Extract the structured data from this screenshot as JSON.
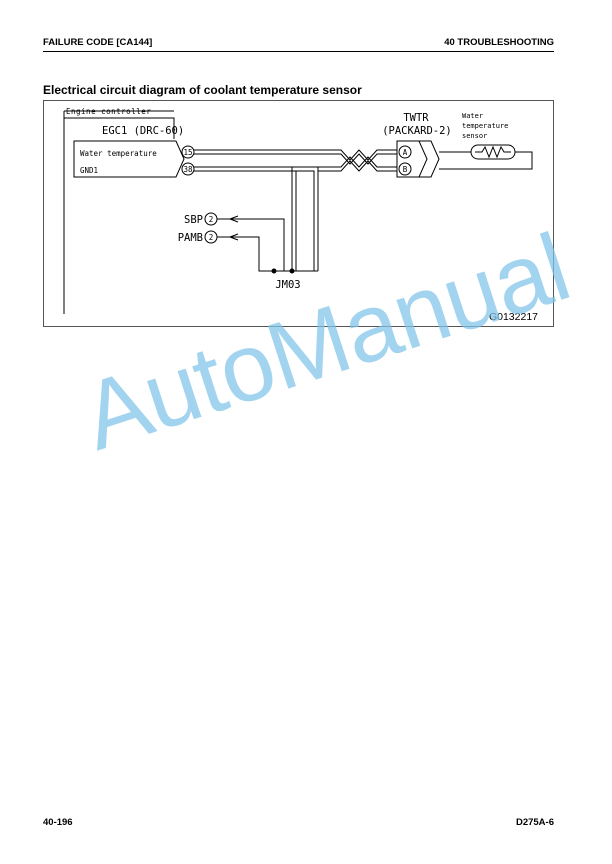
{
  "header": {
    "left": "FAILURE CODE [CA144]",
    "right": "40 TROUBLESHOOTING"
  },
  "section_title": "Electrical circuit diagram of coolant temperature sensor",
  "diagram": {
    "engine_controller_label": "Engine controller",
    "controller_connector": "EGC1 (DRC-60)",
    "controller_signals": [
      "Water temperature",
      "GND1"
    ],
    "controller_pins": [
      "15",
      "38"
    ],
    "sensor_connector_name": "TWTR",
    "sensor_connector_type": "(PACKARD-2)",
    "sensor_pins": [
      "A",
      "B"
    ],
    "sensor_label": [
      "Water",
      "temperature",
      "sensor"
    ],
    "branch_labels": [
      "SBP",
      "PAMB"
    ],
    "branch_pins": [
      "2",
      "2"
    ],
    "junction_label": "JM03",
    "figure_code": "G0132217"
  },
  "watermark": "AutoManual",
  "footer": {
    "left": "40-196",
    "right": "D275A-6"
  },
  "colors": {
    "watermark": "#7fc4ea",
    "ink": "#000000"
  }
}
